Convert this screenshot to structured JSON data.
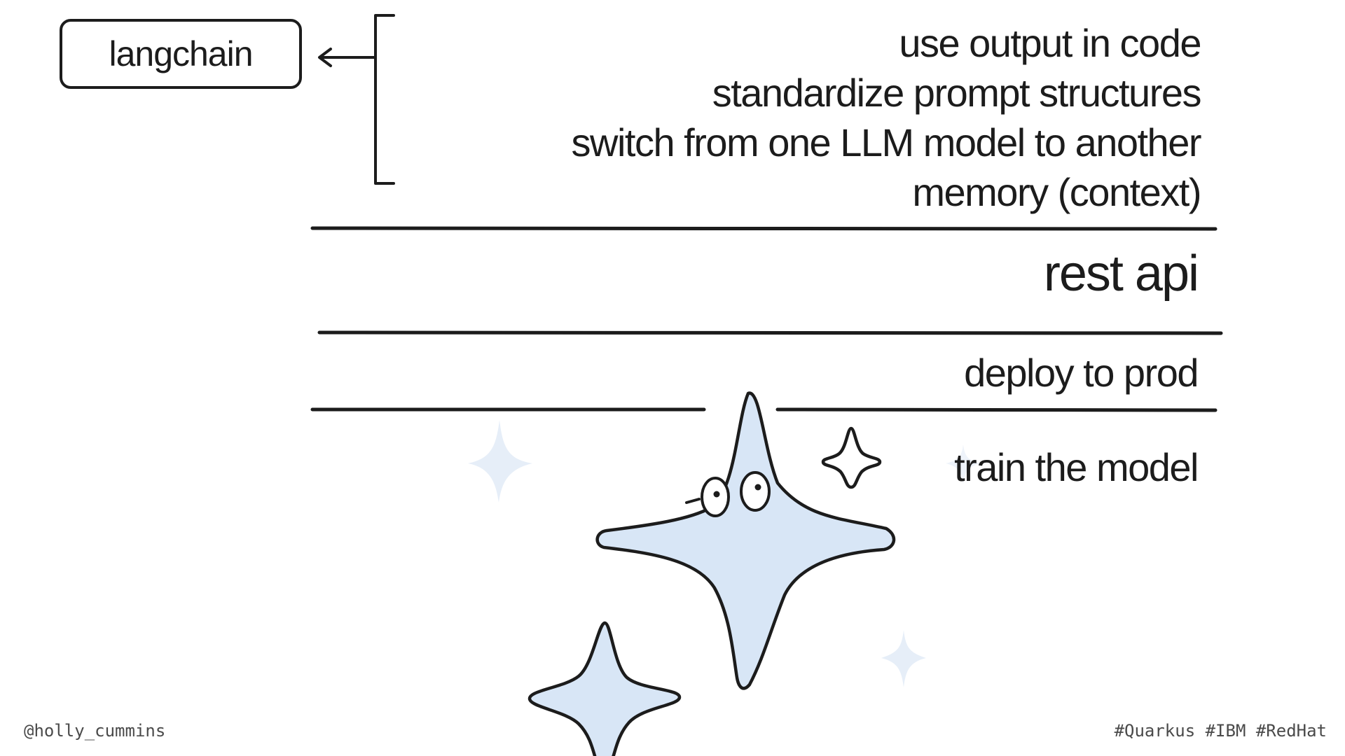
{
  "diagram": {
    "box_label": "langchain",
    "feature_list": [
      "use output in code",
      "standardize prompt structures",
      "switch from one LLM model to another",
      "memory (context)"
    ],
    "layers": {
      "rest_api": "rest api",
      "deploy": "deploy to prod",
      "train": "train the model"
    }
  },
  "footer": {
    "handle": "@holly_cummins",
    "hashtags": "#Quarkus #IBM #RedHat"
  },
  "colors": {
    "ink": "#1c1c1c",
    "sparkle_fill": "#d8e6f6",
    "sparkle_faint": "#e6eef8"
  }
}
